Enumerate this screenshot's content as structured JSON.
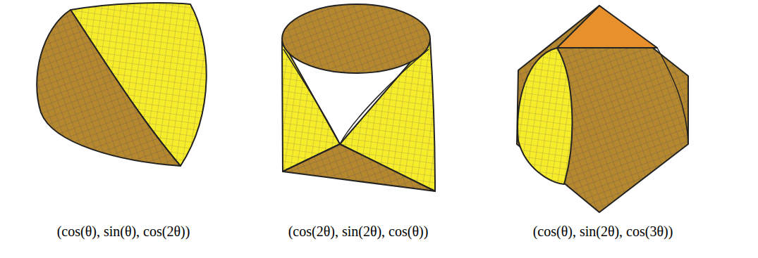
{
  "diagram": {
    "labels": [
      "(cos(θ), sin(θ), cos(2θ))",
      "(cos(2θ), sin(2θ), cos(θ))",
      "(cos(θ), sin(2θ), cos(3θ))"
    ]
  }
}
